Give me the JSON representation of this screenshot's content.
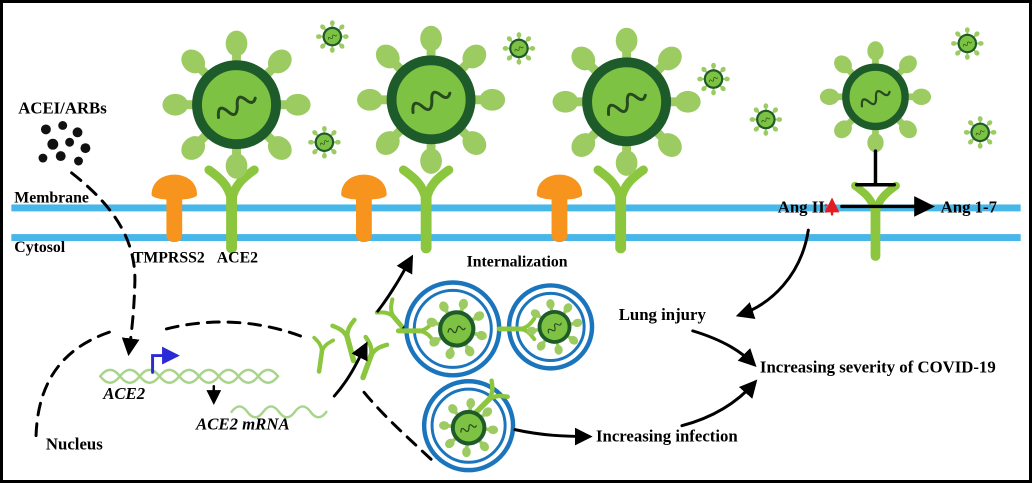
{
  "labels": {
    "acei_arbs": "ACEI/ARBs",
    "membrane": "Membrane",
    "cytosol": "Cytosol",
    "tmprss2": "TMPRSS2",
    "ace2": "ACE2",
    "internalization": "Internalization",
    "ace2_gene": "ACE2",
    "ace2_mrna": "ACE2 mRNA",
    "nucleus": "Nucleus",
    "ang_ii": "Ang II",
    "ang_1_7": "Ang 1-7",
    "lung_injury": "Lung injury",
    "increasing_severity": "Increasing severity of COVID-19",
    "increasing_infection": "Increasing infection"
  },
  "icons": {
    "ang_ii_increase_arrow": "↑"
  },
  "colors": {
    "virus_capsid_green": "#7DC242",
    "virus_ring_dark_green": "#1E5B2A",
    "spike_green": "#9CCB62",
    "ace2_receptor_green": "#8CC63E",
    "tmprss2_orange": "#F7941D",
    "membrane_blue": "#47B6E8",
    "endosome_blue": "#1B75BC",
    "transcription_arrow_blue": "#2B2BD5",
    "increase_arrow_red": "#E31B23",
    "dna_light_green": "#A9D48B",
    "text_black": "#000000"
  }
}
